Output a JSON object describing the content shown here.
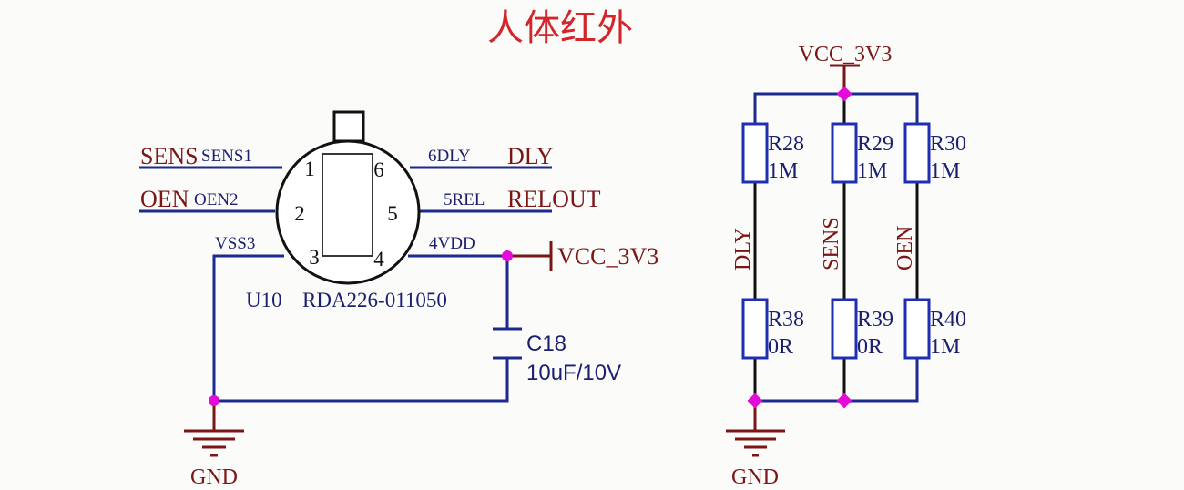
{
  "title": "人体红外",
  "colors": {
    "title": "#d3262b",
    "net_label": "#7a1616",
    "component_text": "#1a1f6e",
    "wire": "#1b2a8c",
    "junction": "#e40bd8"
  },
  "sensor": {
    "designator": "U10",
    "part_number": "RDA226-011050",
    "pins": [
      {
        "number": "1",
        "name": "SENS",
        "net": "SENS"
      },
      {
        "number": "2",
        "name": "OEN",
        "net": "OEN"
      },
      {
        "number": "3",
        "name": "VSS",
        "net": "GND"
      },
      {
        "number": "4",
        "name": "VDD",
        "net": "VCC_3V3"
      },
      {
        "number": "5",
        "name": "REL",
        "net": "RELOUT"
      },
      {
        "number": "6",
        "name": "DLY",
        "net": "DLY"
      }
    ],
    "pin_labels": {
      "p1": "SENS1",
      "p2": "OEN2",
      "p3": "VSS3",
      "p4": "4VDD",
      "p5": "5REL",
      "p6": "6DLY"
    },
    "inner_numbers": [
      "1",
      "2",
      "3",
      "4",
      "5",
      "6"
    ]
  },
  "capacitor": {
    "designator": "C18",
    "value": "10uF/10V"
  },
  "power": {
    "vcc_label": "VCC_3V3",
    "gnd_label": "GND"
  },
  "net_labels": {
    "sens": "SENS",
    "oen": "OEN",
    "dly": "DLY",
    "relout": "RELOUT"
  },
  "resistor_network": {
    "vcc_label": "VCC_3V3",
    "gnd_label": "GND",
    "top": [
      {
        "designator": "R28",
        "value": "1M"
      },
      {
        "designator": "R29",
        "value": "1M"
      },
      {
        "designator": "R30",
        "value": "1M"
      }
    ],
    "bottom": [
      {
        "designator": "R38",
        "value": "0R"
      },
      {
        "designator": "R39",
        "value": "0R"
      },
      {
        "designator": "R40",
        "value": "1M"
      }
    ],
    "column_nets": [
      "DLY",
      "SENS",
      "OEN"
    ]
  }
}
